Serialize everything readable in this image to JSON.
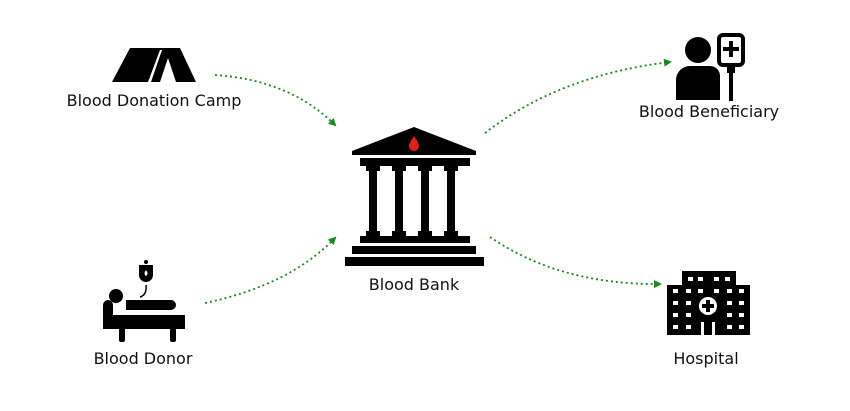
{
  "nodes": {
    "camp": {
      "label": "Blood Donation Camp",
      "icon": "tent-icon"
    },
    "donor": {
      "label": "Blood Donor",
      "icon": "patient-bed-iv-icon"
    },
    "bank": {
      "label": "Blood Bank",
      "icon": "bank-building-blood-drop-icon"
    },
    "beneficiary": {
      "label": "Blood Beneficiary",
      "icon": "person-iv-bag-icon"
    },
    "hospital": {
      "label": "Hospital",
      "icon": "hospital-building-icon"
    }
  },
  "edges": [
    {
      "from": "Blood Donation Camp",
      "to": "Blood Bank"
    },
    {
      "from": "Blood Donor",
      "to": "Blood Bank"
    },
    {
      "from": "Blood Bank",
      "to": "Blood Beneficiary"
    },
    {
      "from": "Blood Bank",
      "to": "Hospital"
    }
  ],
  "colors": {
    "arrow": "#1a8a1a",
    "drop": "#e0201b",
    "icon": "#000000"
  }
}
